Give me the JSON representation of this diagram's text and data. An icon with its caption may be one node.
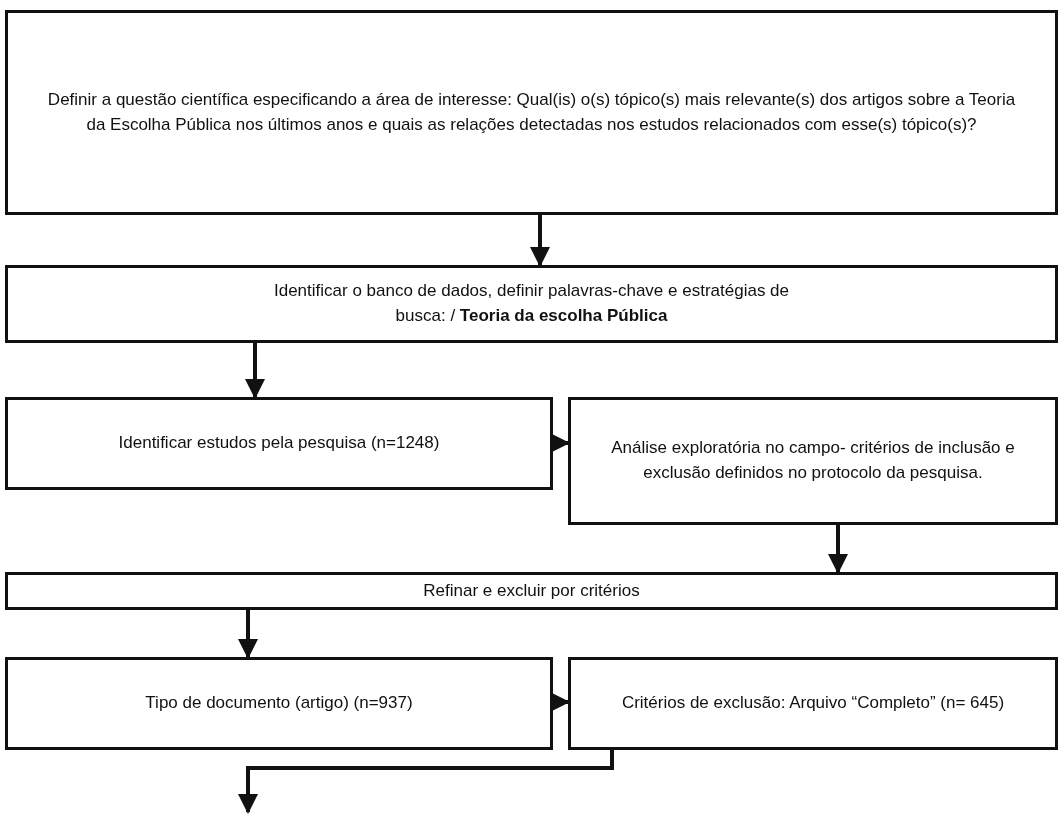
{
  "diagram": {
    "nodes": [
      {
        "text": [
          "Definir a questão científica especificando a área de interesse: Qual(is) o(s) tópico(s) mais relevante(s) dos artigos sobre a Teoria da Escolha Pública nos últimos anos e quais as relações detectadas nos estudos relacionados com esse(s) tópico(s)?"
        ]
      },
      {
        "text": [
          "Identificar o banco de dados, definir palavras-chave e estratégias de busca: / **Teoria da escolha Pública**"
        ]
      },
      {
        "text": [
          "Identificar estudos pela pesquisa (n=1248)"
        ]
      },
      {
        "text": [
          "Análise exploratória no campo- critérios de inclusão e exclusão definidos no protocolo da pesquisa."
        ]
      },
      {
        "text": [
          "Refinar e excluir por critérios"
        ]
      },
      {
        "text": [
          "Tipo de documento (artigo) (n=937)"
        ]
      },
      {
        "text": [
          "Critérios de exclusão: Arquivo “Completo” (n= 645)"
        ]
      }
    ],
    "edges": [
      {
        "from": 0,
        "to": 1,
        "arrow": "to"
      },
      {
        "from": 1,
        "to": 2,
        "arrow": "to"
      },
      {
        "from": 2,
        "to": 3,
        "arrow": "to"
      },
      {
        "from": 3,
        "to": 4,
        "arrow": "to"
      },
      {
        "from": 4,
        "to": 5,
        "arrow": "to"
      },
      {
        "from": 5,
        "to": 6,
        "arrow": "to"
      },
      {
        "from": 6,
        "to": null,
        "arrow": "to"
      }
    ]
  }
}
